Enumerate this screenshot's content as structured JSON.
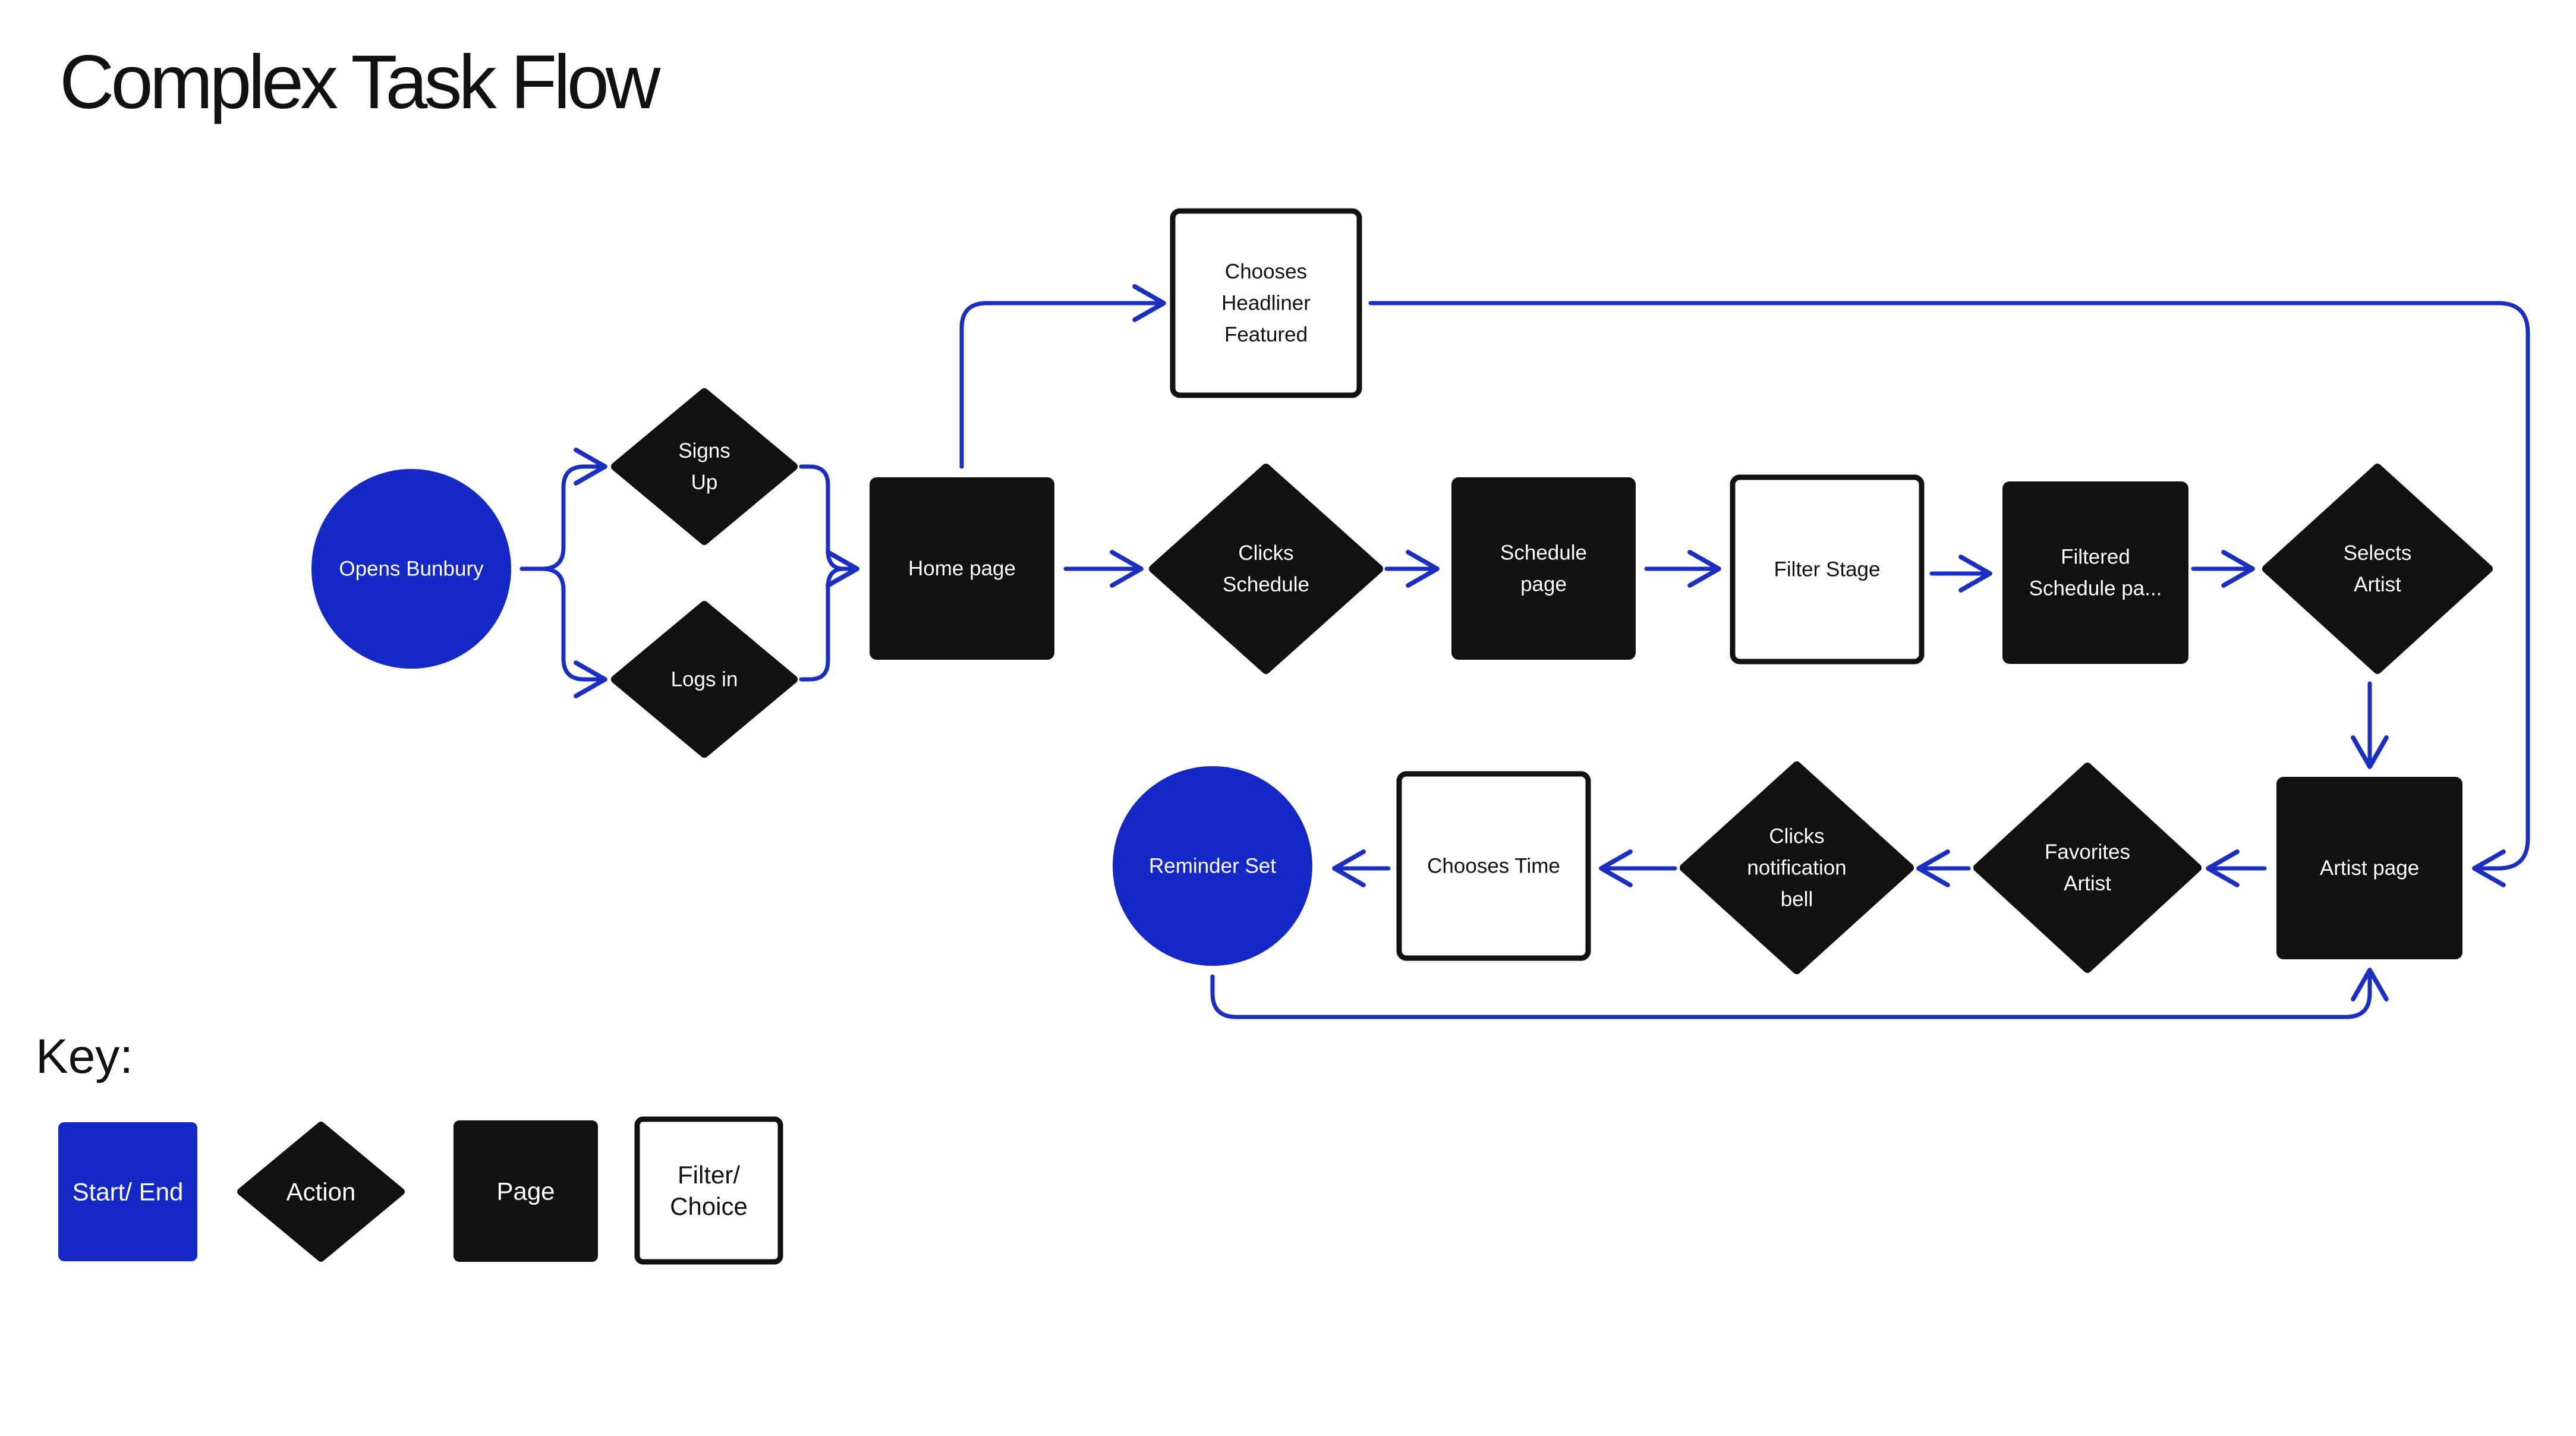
{
  "title": "Complex Task Flow",
  "colors": {
    "start_end": "#1428C6",
    "dark": "#111111",
    "arrow": "#1A2FBF",
    "light_text": "#FFFFFF",
    "dark_text": "#111111",
    "outline_fill": "#FFFFFF"
  },
  "nodes": {
    "opens_bunbury": {
      "type": "start_end",
      "lines": [
        "Opens Bunbury"
      ]
    },
    "signs_up": {
      "type": "action",
      "lines": [
        "Signs",
        "Up"
      ]
    },
    "logs_in": {
      "type": "action",
      "lines": [
        "Logs in"
      ]
    },
    "home_page": {
      "type": "page",
      "lines": [
        "Home page"
      ]
    },
    "chooses_headliner": {
      "type": "filter_choice",
      "lines": [
        "Chooses",
        "Headliner",
        "Featured"
      ]
    },
    "clicks_schedule": {
      "type": "action",
      "lines": [
        "Clicks",
        "Schedule"
      ]
    },
    "schedule_page": {
      "type": "page",
      "lines": [
        "Schedule",
        "page"
      ]
    },
    "filter_stage": {
      "type": "filter_choice",
      "lines": [
        "Filter Stage"
      ]
    },
    "filtered_schedule": {
      "type": "page",
      "lines": [
        "Filtered",
        "Schedule pa..."
      ]
    },
    "selects_artist": {
      "type": "action",
      "lines": [
        "Selects",
        "Artist"
      ]
    },
    "artist_page": {
      "type": "page",
      "lines": [
        "Artist page"
      ]
    },
    "favorites_artist": {
      "type": "action",
      "lines": [
        "Favorites",
        "Artist"
      ]
    },
    "clicks_bell": {
      "type": "action",
      "lines": [
        "Clicks",
        "notification",
        "bell"
      ]
    },
    "chooses_time": {
      "type": "filter_choice",
      "lines": [
        "Chooses Time"
      ]
    },
    "reminder_set": {
      "type": "start_end",
      "lines": [
        "Reminder Set"
      ]
    }
  },
  "edges": [
    {
      "from": "opens_bunbury",
      "to": "signs_up"
    },
    {
      "from": "opens_bunbury",
      "to": "logs_in"
    },
    {
      "from": "signs_up",
      "to": "home_page"
    },
    {
      "from": "logs_in",
      "to": "home_page"
    },
    {
      "from": "home_page",
      "to": "chooses_headliner"
    },
    {
      "from": "home_page",
      "to": "clicks_schedule"
    },
    {
      "from": "clicks_schedule",
      "to": "schedule_page"
    },
    {
      "from": "schedule_page",
      "to": "filter_stage"
    },
    {
      "from": "filter_stage",
      "to": "filtered_schedule"
    },
    {
      "from": "filtered_schedule",
      "to": "selects_artist"
    },
    {
      "from": "selects_artist",
      "to": "artist_page"
    },
    {
      "from": "chooses_headliner",
      "to": "artist_page"
    },
    {
      "from": "artist_page",
      "to": "favorites_artist"
    },
    {
      "from": "favorites_artist",
      "to": "clicks_bell"
    },
    {
      "from": "clicks_bell",
      "to": "chooses_time"
    },
    {
      "from": "chooses_time",
      "to": "reminder_set"
    },
    {
      "from": "reminder_set",
      "to": "artist_page"
    }
  ],
  "key": {
    "title": "Key:",
    "items": {
      "start_end": {
        "lines": [
          "Start/ End"
        ]
      },
      "action": {
        "lines": [
          "Action"
        ]
      },
      "page": {
        "lines": [
          "Page"
        ]
      },
      "filter_choice": {
        "lines": [
          "Filter/",
          "Choice"
        ]
      }
    }
  }
}
